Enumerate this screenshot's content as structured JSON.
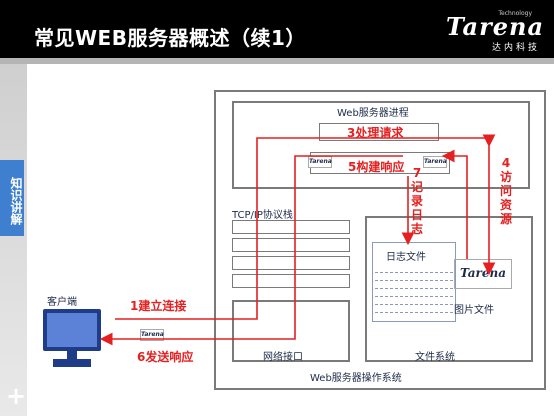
{
  "header": {
    "title": "常见WEB服务器概述（续1）",
    "logo_name": "Tarena",
    "logo_tagline": "Technology",
    "logo_sub": "达内科技"
  },
  "sidebar": {
    "tab_label": "知识讲解"
  },
  "diagram": {
    "client_label": "客户端",
    "server_os_label": "Web服务器操作系统",
    "server_process_label": "Web服务器进程",
    "tcpip_stack_label": "TCP/IP协议栈",
    "network_interface_label": "网络接口",
    "filesystem_label": "文件系统",
    "log_file_label": "日志文件",
    "image_file_label": "图片文件",
    "badge_text": "Tarena",
    "steps": {
      "step1": "1建立连接",
      "step3": "3处理请求",
      "step4": "4访问资源",
      "step5": "5构建响应",
      "step6": "6发送响应",
      "step7": "7记录日志"
    },
    "colors": {
      "arrow": "#e52020",
      "box_border": "#7a7a7a",
      "label": "#1d2b4a"
    }
  }
}
